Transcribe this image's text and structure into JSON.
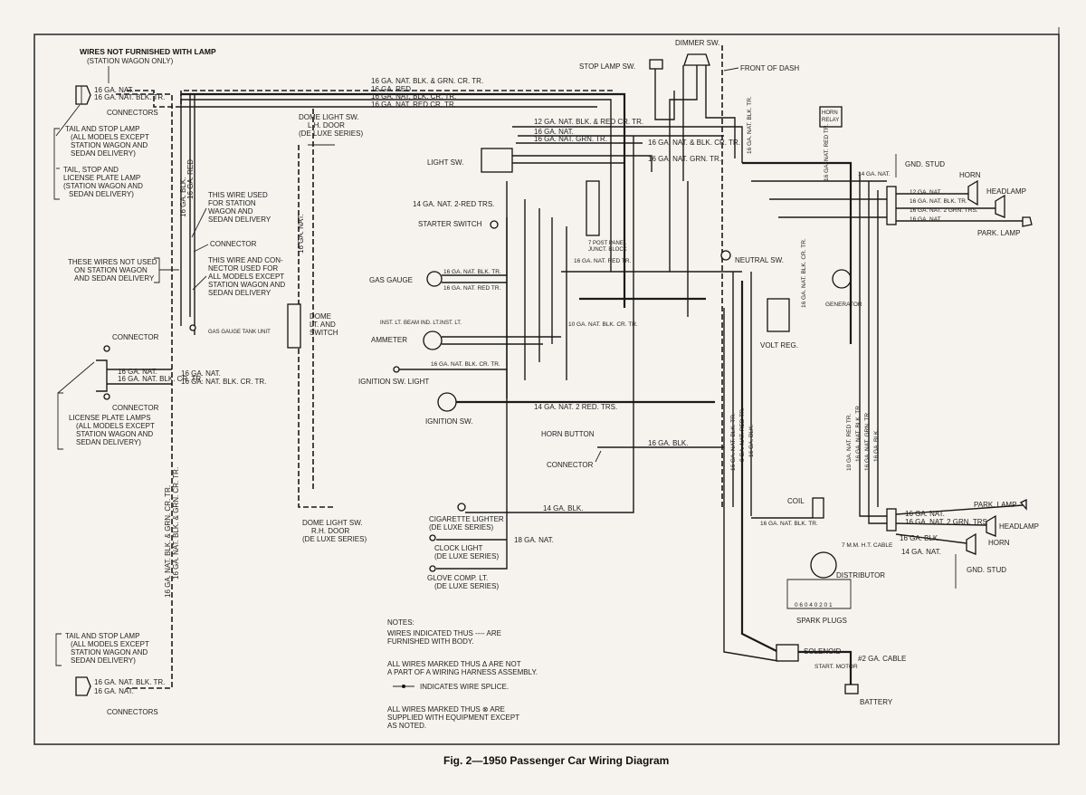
{
  "caption": "Fig. 2—1950 Passenger Car Wiring Diagram",
  "labels": {
    "wires_not_furnished": "WIRES NOT FURNISHED WITH LAMP",
    "station_wagon_only": "(STATION WAGON ONLY)",
    "connectors_top": "CONNECTORS",
    "tail_stop_1a": "TAIL AND STOP LAMP",
    "tail_stop_1b": "(ALL MODELS EXCEPT",
    "tail_stop_1c": "STATION WAGON AND",
    "tail_stop_1d": "SEDAN DELIVERY)",
    "tail_stop_lic_a": "TAIL, STOP AND",
    "tail_stop_lic_b": "LICENSE PLATE LAMP",
    "tail_stop_lic_c": "(STATION WAGON AND",
    "tail_stop_lic_d": "SEDAN DELIVERY)",
    "wire_used_a": "THIS WIRE USED",
    "wire_used_b": "FOR STATION",
    "wire_used_c": "WAGON AND",
    "wire_used_d": "SEDAN DELIVERY",
    "connector_mid": "CONNECTOR",
    "not_used_a": "THESE WIRES NOT USED",
    "not_used_b": "ON STATION WAGON",
    "not_used_c": "AND SEDAN DELIVERY",
    "conn_used_a": "THIS WIRE AND CON-",
    "conn_used_b": "NECTOR USED FOR",
    "conn_used_c": "ALL MODELS EXCEPT",
    "conn_used_d": "STATION WAGON AND",
    "conn_used_e": "SEDAN DELIVERY",
    "gas_tank_unit": "GAS GAUGE TANK UNIT",
    "connector_l1": "CONNECTOR",
    "connector_l2": "CONNECTOR",
    "lic_lamps_a": "LICENSE PLATE LAMPS",
    "lic_lamps_b": "(ALL MODELS EXCEPT",
    "lic_lamps_c": "STATION WAGON AND",
    "lic_lamps_d": "SEDAN DELIVERY)",
    "tail_stop_2a": "TAIL AND STOP LAMP",
    "tail_stop_2b": "(ALL MODELS EXCEPT",
    "tail_stop_2c": "STATION WAGON AND",
    "tail_stop_2d": "SEDAN DELIVERY)",
    "connectors_bottom": "CONNECTORS",
    "dome_lh_a": "DOME LIGHT SW.",
    "dome_lh_b": "L.H. DOOR",
    "dome_lh_c": "(DE LUXE SERIES)",
    "dome_sw_a": "DOME",
    "dome_sw_b": "LT. AND",
    "dome_sw_c": "SWITCH",
    "dome_rh_a": "DOME LIGHT SW.",
    "dome_rh_b": "R.H. DOOR",
    "dome_rh_c": "(DE LUXE SERIES)",
    "dimmer_sw": "DIMMER SW.",
    "stop_lamp_sw": "STOP LAMP SW.",
    "front_of_dash": "FRONT OF DASH",
    "light_sw": "LIGHT SW.",
    "starter_switch": "STARTER SWITCH",
    "gas_gauge": "GAS GAUGE",
    "ammeter": "AMMETER",
    "ignition_sw_light": "IGNITION SW. LIGHT",
    "ignition_sw": "IGNITION SW.",
    "horn_button": "HORN BUTTON",
    "connector_horn": "CONNECTOR",
    "cig_a": "CIGARETTE LIGHTER",
    "cig_b": "(DE LUXE SERIES)",
    "clock_a": "CLOCK LIGHT",
    "clock_b": "(DE LUXE SERIES)",
    "glove_a": "GLOVE COMP. LT.",
    "glove_b": "(DE LUXE SERIES)",
    "horn_relay_a": "HORN",
    "horn_relay_b": "RELAY",
    "gnd_stud_top": "GND. STUD",
    "horn_top": "HORN",
    "headlamp_top": "HEADLAMP",
    "park_lamp_top": "PARK. LAMP",
    "neutral_sw": "NEUTRAL SW.",
    "generator": "GENERATOR",
    "volt_reg": "VOLT REG.",
    "coil": "COIL",
    "distributor": "DISTRIBUTOR",
    "spark_plugs": "SPARK PLUGS",
    "solenoid": "SOLENOID",
    "start_motor": "START. MOTOR",
    "battery": "BATTERY",
    "cable_2": "#2 GA. CABLE",
    "hv_cable": "7 M.M. H.T. CABLE",
    "park_lamp_bot": "PARK. LAMP",
    "headlamp_bot": "HEADLAMP",
    "horn_bot": "HORN",
    "gnd_stud_bot": "GND. STUD",
    "junct_block_a": "7 POST PANEL",
    "junct_block_b": "JUNCT. BLOCK",
    "inst_lt": "INST. LT.",
    "beam_ind": "BEAM IND. LT.",
    "inst_lt2": "INST. LT."
  },
  "wire_labels": {
    "w1": "16 GA. NAT. BLK. & GRN. CR. TR.",
    "w2": "16 GA. RED",
    "w3": "16 GA. NAT. BLK. CR. TR.",
    "w4": "16 GA. NAT. RED CR. TR.",
    "w5": "16 GA. NAT.",
    "w6": "16 GA. NAT. BLK. TR.",
    "w7": "16 GA. BLK.",
    "w8": "16 GA. RED",
    "w9": "18 GA. NAT.",
    "w10": "14 GA. NAT. 2-RED TRS.",
    "w11": "16 GA. NAT. BLK. TR.",
    "w12": "16 GA. NAT. RED CR. TR.",
    "w13": "10 GA. NAT. BLK. CR. TR.",
    "w14": "14 GA. NAT. 2 RED. TRS.",
    "w15": "16 GA. BLK.",
    "w16": "14 GA. BLK.",
    "w17": "18 GA. NAT.",
    "w18": "16 GA. NAT.",
    "w19": "16 GA. NAT. BLK. CR. TR.",
    "w20": "16 GA. NAT. BLK. & GRN. CR. TR.",
    "w21": "16 GA. NAT.",
    "w22": "16 GA. NAT. 2 GRN. TRS.",
    "w23": "16 GA. BLK.",
    "w24": "14 GA. NAT.",
    "w25": "16 GA. NAT. BLK. TR.",
    "w26": "12 GA. NAT.",
    "w27": "14 GA. NAT.",
    "w28": "10 GA. NAT. RED TR.",
    "w29": "12 GA. NAT. BLK. & RED CR. TR.",
    "w30": "16 GA. NAT. GRN. TR.",
    "w31": "16 GA. NAT. & BLK. CR. TR.",
    "w32": "16 GA. NAT. RED TR.",
    "w33": "16 GA. NAT. BLK. CR. TR.",
    "w34": "16 GA. NAT. RED TR.",
    "w35": "16 GA. NAT. BLK. TR.",
    "w36": "8 GA. NAT. RED TR.",
    "w37": "16 GA. BLK."
  },
  "notes": {
    "title": "NOTES:",
    "n1a": "WIRES INDICATED THUS ---- ARE",
    "n1b": "FURNISHED WITH BODY.",
    "n2a": "ALL WIRES MARKED THUS Δ ARE NOT",
    "n2b": "A PART OF A WIRING HARNESS ASSEMBLY.",
    "n3": "INDICATES WIRE SPLICE.",
    "n4a": "ALL WIRES MARKED THUS ⊗ ARE",
    "n4b": "SUPPLIED WITH EQUIPMENT EXCEPT",
    "n4c": "AS NOTED."
  }
}
